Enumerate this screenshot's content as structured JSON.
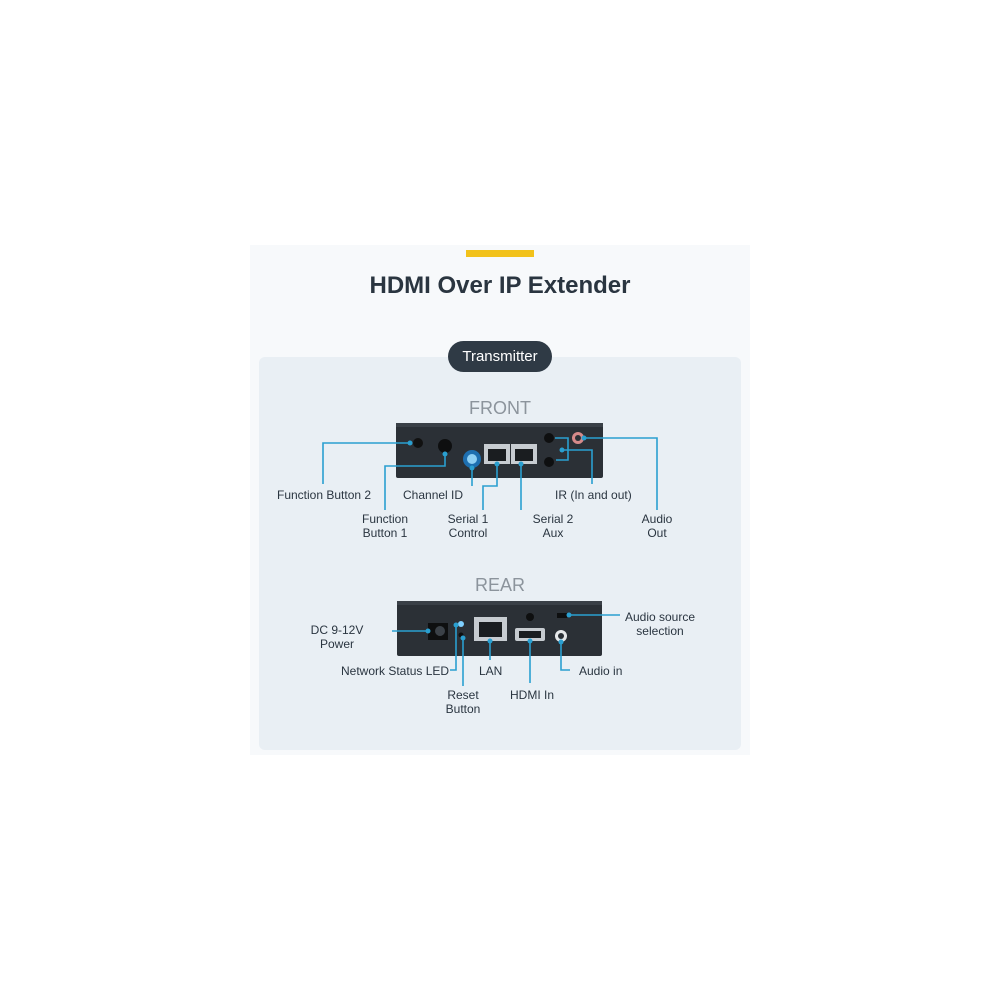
{
  "title": "HDMI Over IP Extender",
  "badge": "Transmitter",
  "front": {
    "heading": "FRONT",
    "labels": {
      "function_button_2": "Function Button 2",
      "function_button_1_line1": "Function",
      "function_button_1_line2": "Button 1",
      "channel_id": "Channel ID",
      "serial1_line1": "Serial 1",
      "serial1_line2": "Control",
      "serial2_line1": "Serial 2",
      "serial2_line2": "Aux",
      "ir": "IR (In and out)",
      "audio_out_line1": "Audio",
      "audio_out_line2": "Out"
    }
  },
  "rear": {
    "heading": "REAR",
    "labels": {
      "dc_line1": "DC 9-12V",
      "dc_line2": "Power",
      "network_led": "Network Status LED",
      "reset_line1": "Reset",
      "reset_line2": "Button",
      "lan": "LAN",
      "hdmi_in": "HDMI In",
      "audio_in": "Audio in",
      "audio_source_line1": "Audio source",
      "audio_source_line2": "selection"
    }
  },
  "colors": {
    "accent": "#f2c21b",
    "leader": "#2a9fd0",
    "device": "#2b3036",
    "text": "#2a3540"
  }
}
